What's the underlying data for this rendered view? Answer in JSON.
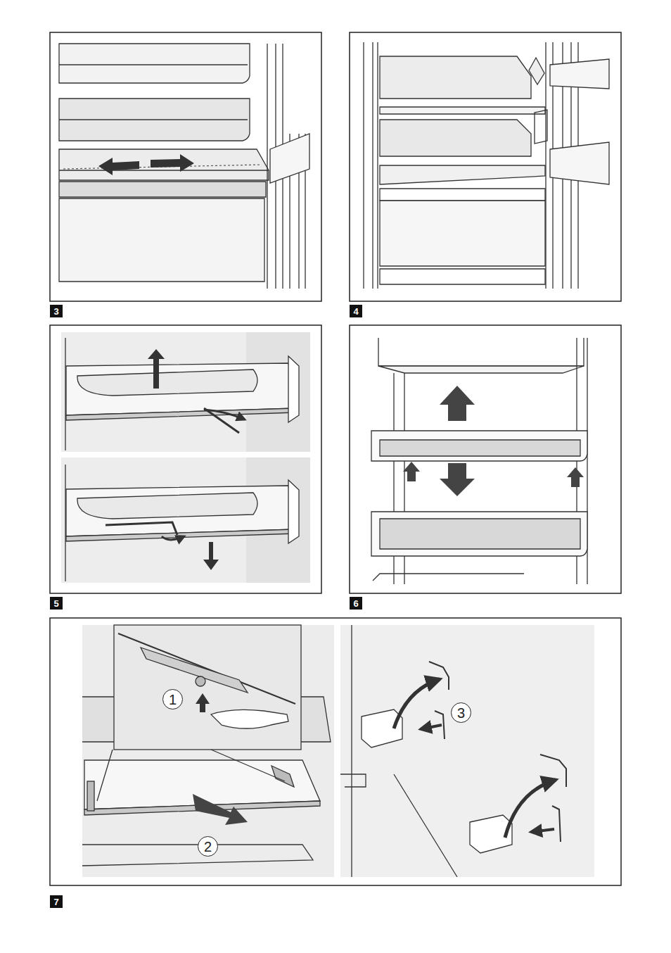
{
  "diagram": {
    "nodes": [
      {
        "text": [
          "3"
        ]
      },
      {
        "text": [
          "4"
        ]
      },
      {
        "text": [
          "5"
        ]
      },
      {
        "text": [
          "6"
        ]
      },
      {
        "text": [
          "1"
        ]
      },
      {
        "text": [
          "3"
        ]
      },
      {
        "text": [
          "2"
        ]
      },
      {
        "text": [
          "7"
        ]
      }
    ]
  }
}
